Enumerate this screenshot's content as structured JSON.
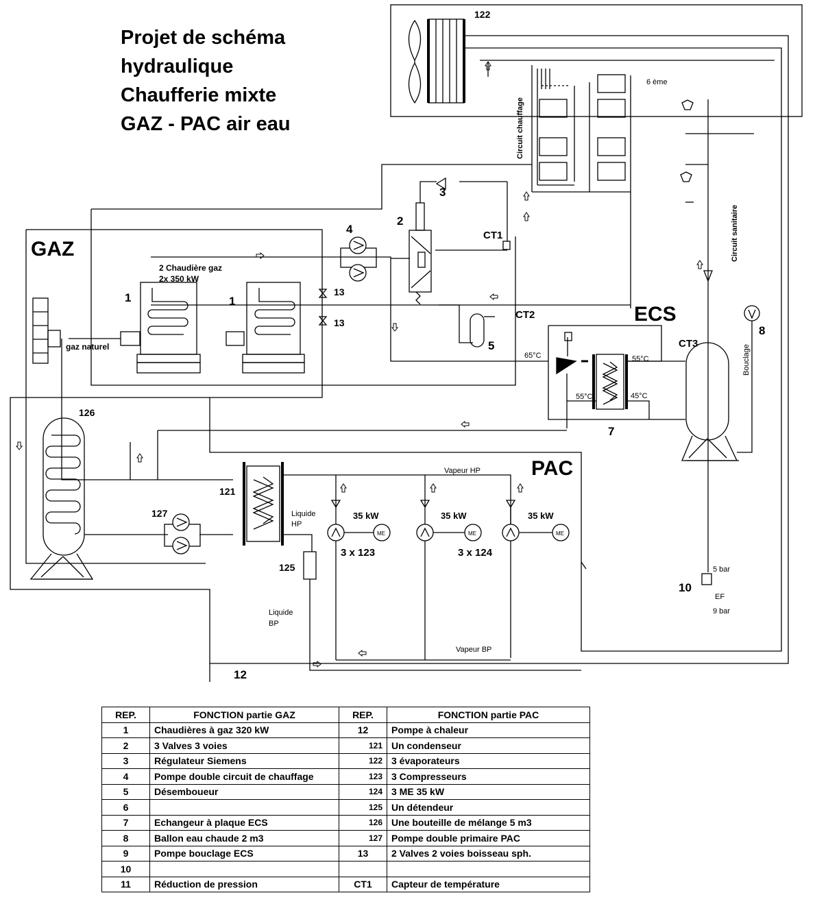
{
  "title_lines": [
    "Projet de schéma",
    "hydraulique",
    "Chaufferie mixte",
    "GAZ -  PAC air eau"
  ],
  "sections": {
    "gaz": "GAZ",
    "ecs": "ECS",
    "pac": "PAC"
  },
  "labels": {
    "chaudiere_title_1": "2 Chaudière gaz",
    "chaudiere_title_2": "2x 350 kW",
    "gaz_naturel": "gaz naturel",
    "circuit_chauffage": "Circuit chauffage",
    "circuit_sanitaire": "Circuit sanitaire",
    "bouclage": "Bouclage",
    "sixieme": "6 ème",
    "ct1": "CT1",
    "ct2": "CT2",
    "ct3": "CT3",
    "t65": "65°C",
    "t55a": "55°C",
    "t55b": "55°C",
    "t45": "45°C",
    "vapeur_hp": "Vapeur HP",
    "vapeur_bp": "Vapeur BP",
    "liquide_hp_1": "Liquide",
    "liquide_hp_2": "HP",
    "liquide_bp_1": "Liquide",
    "liquide_bp_2": "BP",
    "kw1": "35 kW",
    "kw2": "35 kW",
    "kw3": "35 kW",
    "x123": "3 x 123",
    "x124": "3 x 124",
    "me": "ME",
    "bar5": "5 bar",
    "bar9": "9 bar",
    "ef": "EF"
  },
  "numbers": {
    "n1a": "1",
    "n1b": "1",
    "n2": "2",
    "n3": "3",
    "n4": "4",
    "n5": "5",
    "n7": "7",
    "n8": "8",
    "n10": "10",
    "n12": "12",
    "n13a": "13",
    "n13b": "13",
    "n121": "121",
    "n122": "122",
    "n125": "125",
    "n126": "126",
    "n127": "127"
  },
  "legend": {
    "headers": [
      "REP.",
      "FONCTION partie GAZ",
      "REP.",
      "FONCTION partie PAC"
    ],
    "rows": [
      [
        "1",
        "Chaudières à gaz 320 kW",
        "12",
        "Pompe à chaleur"
      ],
      [
        "2",
        "3 Valves 3 voies",
        "121",
        "Un condenseur"
      ],
      [
        "3",
        "Régulateur Siemens",
        "122",
        "3 évaporateurs"
      ],
      [
        "4",
        "Pompe double circuit de chauffage",
        "123",
        "3 Compresseurs"
      ],
      [
        "5",
        "Désemboueur",
        "124",
        "3 ME 35 kW"
      ],
      [
        "6",
        "",
        "125",
        "Un détendeur"
      ],
      [
        "7",
        "Echangeur à plaque ECS",
        "126",
        "Une bouteille de mélange 5 m3"
      ],
      [
        "8",
        "Ballon eau chaude 2 m3",
        "127",
        "Pompe double primaire PAC"
      ],
      [
        "9",
        "Pompe bouclage ECS",
        "13",
        "2 Valves 2 voies boisseau sph."
      ],
      [
        "10",
        "",
        "",
        ""
      ],
      [
        "11",
        "Réduction de pression",
        "CT1",
        "Capteur de température"
      ]
    ]
  }
}
